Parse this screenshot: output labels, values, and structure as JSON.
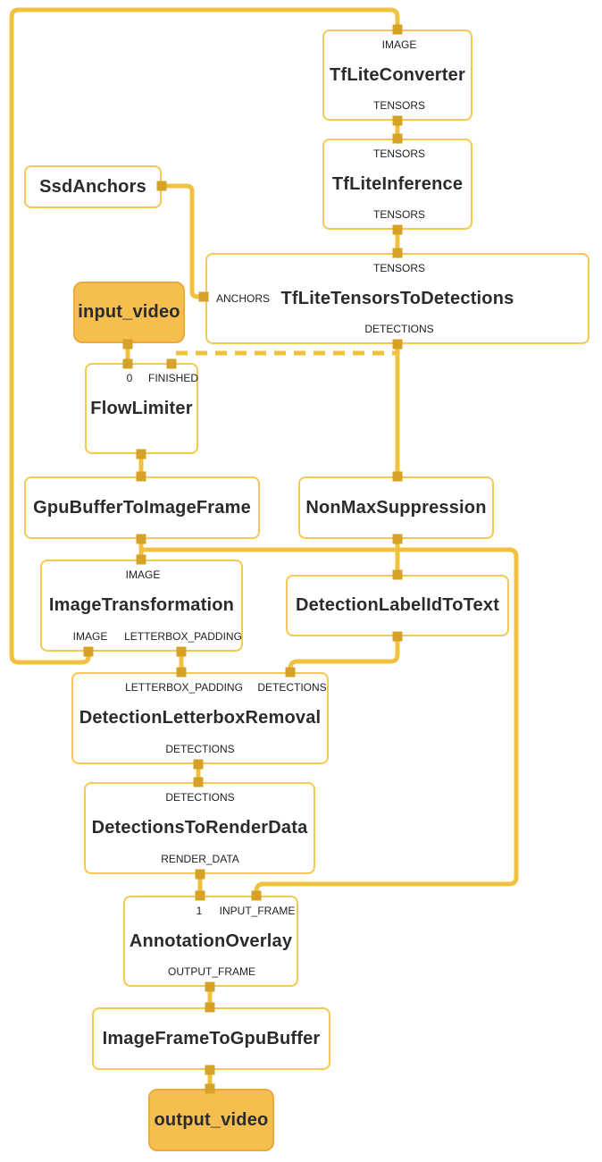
{
  "diagram": {
    "kind": "mediapipe-calculator-graph",
    "colors": {
      "edge": "#F0C03E",
      "port": "#D6A127",
      "node_border": "#F5C84F",
      "node_bg": "#FFFFFF",
      "io_fill": "#F5BE4E",
      "io_border": "#ECA93E",
      "text": "#2B2B2B"
    },
    "nodes": {
      "tflite_converter": {
        "title": "TfLiteConverter",
        "input_top": "IMAGE",
        "output_bottom": "TENSORS"
      },
      "tflite_inference": {
        "title": "TfLiteInference",
        "input_top": "TENSORS",
        "output_bottom": "TENSORS"
      },
      "tflite_tensors_to_detections": {
        "title": "TfLiteTensorsToDetections",
        "input_top": "TENSORS",
        "input_left": "ANCHORS",
        "output_bottom": "DETECTIONS"
      },
      "ssd_anchors": {
        "title": "SsdAnchors"
      },
      "input_video": {
        "title": "input_video"
      },
      "flow_limiter": {
        "title": "FlowLimiter",
        "input_top_1": "0",
        "input_top_2": "FINISHED"
      },
      "gpu_buffer_to_image_frame": {
        "title": "GpuBufferToImageFrame"
      },
      "non_max_suppression": {
        "title": "NonMaxSuppression"
      },
      "image_transformation": {
        "title": "ImageTransformation",
        "input_top": "IMAGE",
        "output_bottom_1": "IMAGE",
        "output_bottom_2": "LETTERBOX_PADDING"
      },
      "detection_label_id_to_text": {
        "title": "DetectionLabelIdToText"
      },
      "detection_letterbox_removal": {
        "title": "DetectionLetterboxRemoval",
        "input_top_1": "LETTERBOX_PADDING",
        "input_top_2": "DETECTIONS",
        "output_bottom": "DETECTIONS"
      },
      "detections_to_render_data": {
        "title": "DetectionsToRenderData",
        "input_top": "DETECTIONS",
        "output_bottom": "RENDER_DATA"
      },
      "annotation_overlay": {
        "title": "AnnotationOverlay",
        "input_top_1": "1",
        "input_top_2": "INPUT_FRAME",
        "output_bottom": "OUTPUT_FRAME"
      },
      "image_frame_to_gpu_buffer": {
        "title": "ImageFrameToGpuBuffer"
      },
      "output_video": {
        "title": "output_video"
      }
    },
    "edges": [
      {
        "from": "image_transformation:IMAGE",
        "to": "tflite_converter:IMAGE",
        "style": "solid"
      },
      {
        "from": "tflite_converter:TENSORS",
        "to": "tflite_inference:TENSORS",
        "style": "solid"
      },
      {
        "from": "tflite_inference:TENSORS",
        "to": "tflite_tensors_to_detections:TENSORS",
        "style": "solid"
      },
      {
        "from": "ssd_anchors",
        "to": "tflite_tensors_to_detections:ANCHORS",
        "style": "solid"
      },
      {
        "from": "tflite_tensors_to_detections:DETECTIONS",
        "to": "non_max_suppression",
        "style": "solid"
      },
      {
        "from": "tflite_tensors_to_detections:DETECTIONS",
        "to": "flow_limiter:FINISHED",
        "style": "dashed"
      },
      {
        "from": "input_video",
        "to": "flow_limiter:0",
        "style": "solid"
      },
      {
        "from": "flow_limiter",
        "to": "gpu_buffer_to_image_frame",
        "style": "solid"
      },
      {
        "from": "gpu_buffer_to_image_frame",
        "to": "image_transformation:IMAGE",
        "style": "solid"
      },
      {
        "from": "gpu_buffer_to_image_frame",
        "to": "annotation_overlay:INPUT_FRAME",
        "style": "solid"
      },
      {
        "from": "non_max_suppression",
        "to": "detection_label_id_to_text",
        "style": "solid"
      },
      {
        "from": "detection_label_id_to_text",
        "to": "detection_letterbox_removal:DETECTIONS",
        "style": "solid"
      },
      {
        "from": "image_transformation:LETTERBOX_PADDING",
        "to": "detection_letterbox_removal:LETTERBOX_PADDING",
        "style": "solid"
      },
      {
        "from": "detection_letterbox_removal:DETECTIONS",
        "to": "detections_to_render_data:DETECTIONS",
        "style": "solid"
      },
      {
        "from": "detections_to_render_data:RENDER_DATA",
        "to": "annotation_overlay:1",
        "style": "solid"
      },
      {
        "from": "annotation_overlay:OUTPUT_FRAME",
        "to": "image_frame_to_gpu_buffer",
        "style": "solid"
      },
      {
        "from": "image_frame_to_gpu_buffer",
        "to": "output_video",
        "style": "solid"
      }
    ]
  }
}
